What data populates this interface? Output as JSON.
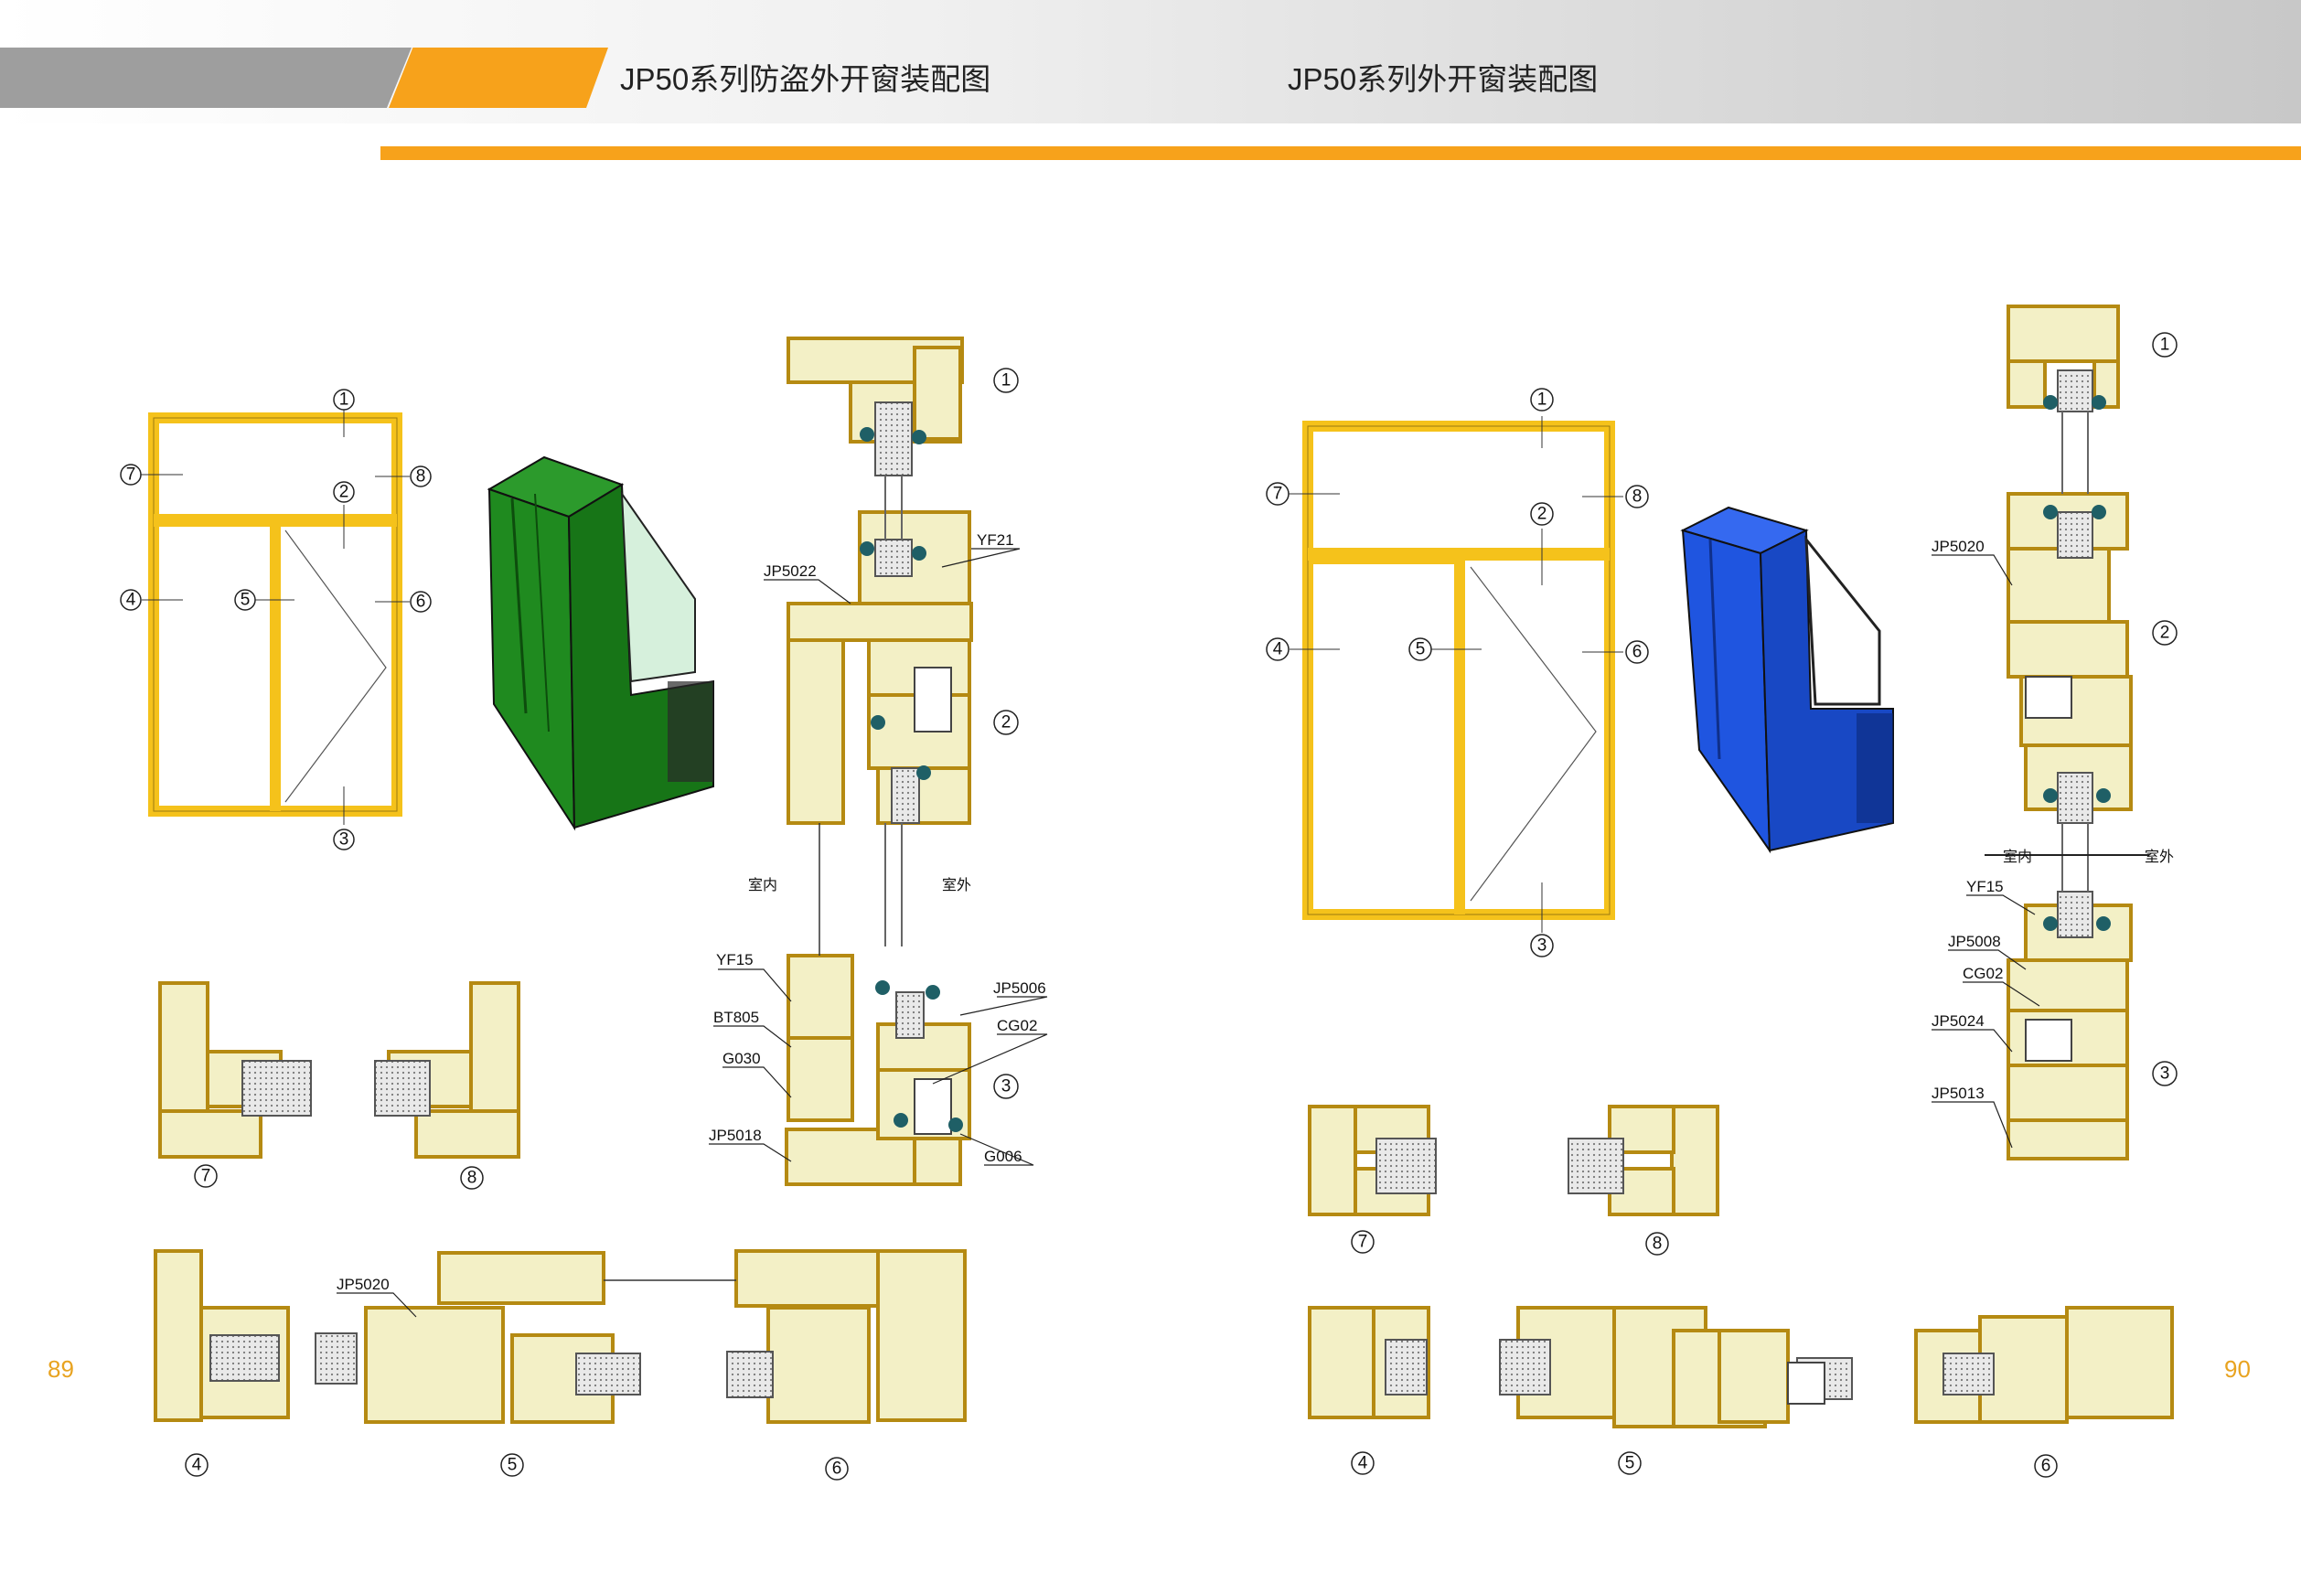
{
  "header": {
    "title_left": "JP50系列防盗外开窗装配图",
    "title_right": "JP50系列外开窗装配图"
  },
  "pages": {
    "left": "89",
    "right": "90"
  },
  "callouts": [
    "1",
    "2",
    "3",
    "4",
    "5",
    "6",
    "7",
    "8"
  ],
  "left_labels": {
    "yf21": "YF21",
    "jp5022": "JP5022",
    "indoor": "室内",
    "outdoor": "室外",
    "yf15": "YF15",
    "bt805": "BT805",
    "g030": "G030",
    "jp5018": "JP5018",
    "jp5006": "JP5006",
    "cg02": "CG02",
    "g006": "G006",
    "jp5020": "JP5020"
  },
  "right_labels": {
    "jp5020": "JP5020",
    "indoor": "室内",
    "outdoor": "室外",
    "yf15": "YF15",
    "jp5008": "JP5008",
    "cg02": "CG02",
    "jp5024": "JP5024",
    "jp5013": "JP5013"
  },
  "colors": {
    "accent_orange": "#f7a21b",
    "band_gray": "#9e9e9e",
    "frame_yellow": "#f5c21b",
    "profile_fill": "#f3f0c6",
    "profile_stroke": "#b58a12",
    "gasket": "#1f5f66",
    "iso_green": "#1f8a1f",
    "iso_blue": "#1f55e0",
    "glass": "#d6f0dc",
    "text_num": "#e8a320"
  }
}
